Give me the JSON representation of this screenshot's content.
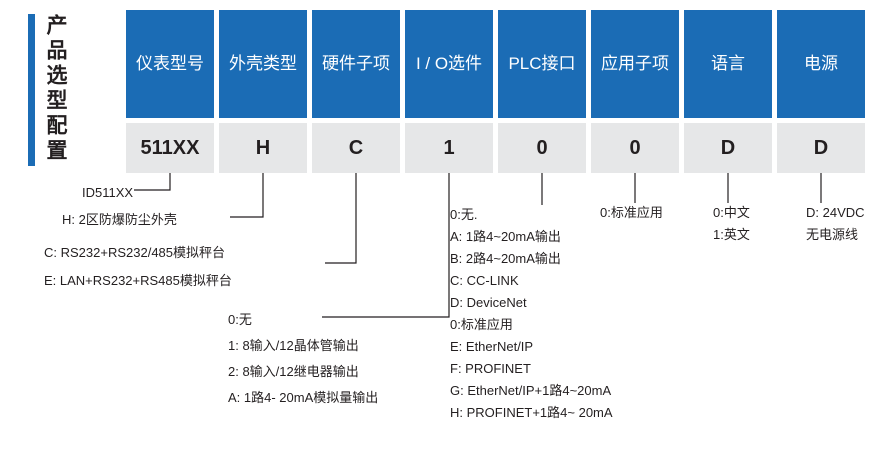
{
  "title": "产品选型配置",
  "accent_color": "#1b6cb5",
  "code_bg_color": "#e6e7e8",
  "columns": [
    {
      "header": "仪表型号",
      "code": "511XX"
    },
    {
      "header": "外壳类型",
      "code": "H"
    },
    {
      "header": "硬件子项",
      "code": "C"
    },
    {
      "header": "I / O选件",
      "code": "1"
    },
    {
      "header": "PLC接口",
      "code": "0"
    },
    {
      "header": "应用子项",
      "code": "0"
    },
    {
      "header": "语言",
      "code": "D"
    },
    {
      "header": "电源",
      "code": "D"
    }
  ],
  "notes": {
    "model": "ID511XX",
    "enclosure": "H: 2区防爆防尘外壳",
    "hardware": [
      "C: RS232+RS232/485模拟秤台",
      "E: LAN+RS232+RS485模拟秤台"
    ],
    "io": [
      "0:无",
      "1: 8输入/12晶体管输出",
      "2: 8输入/12继电器输出",
      "A: 1路4- 20mA模拟量输出"
    ],
    "plc": [
      "0:无.",
      "A: 1路4~20mA输出",
      "B: 2路4~20mA输出",
      "C: CC-LINK",
      "D: DeviceNet",
      "0:标准应用",
      "E: EtherNet/IP",
      "F: PROFINET",
      "G: EtherNet/IP+1路4~20mA",
      "H: PROFINET+1路4~ 20mA"
    ],
    "application": "0:标准应用",
    "language": [
      "0:中文",
      "1:英文"
    ],
    "power": [
      "D: 24VDC",
      "无电源线"
    ]
  }
}
